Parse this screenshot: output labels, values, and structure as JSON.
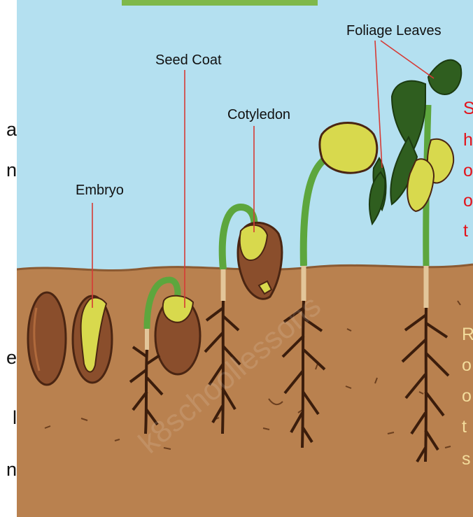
{
  "left_margin_fragments": [
    "a",
    "n",
    "e",
    "l",
    "n"
  ],
  "labels": {
    "embryo": "Embryo",
    "seed_coat": "Seed Coat",
    "cotyledon": "Cotyledon",
    "foliage_leaves": "Foliage Leaves"
  },
  "side_labels": {
    "shoot": [
      "S",
      "h",
      "o",
      "o",
      "t"
    ],
    "roots": [
      "R",
      "o",
      "o",
      "t",
      "s"
    ]
  },
  "watermark": "k8schoollessons",
  "colors": {
    "sky": "#b4e0f0",
    "soil": "#b9814f",
    "soil_line": "#8b5a32",
    "seed": "#8a4e2c",
    "cotyledon": "#d8d94d",
    "leaf": "#2f5e1f",
    "stem": "#5da63d",
    "root": "#3b1d0c",
    "shoot_text": "#e3121a",
    "roots_text": "#f3dc9c",
    "pointer_line": "#d63a35"
  }
}
